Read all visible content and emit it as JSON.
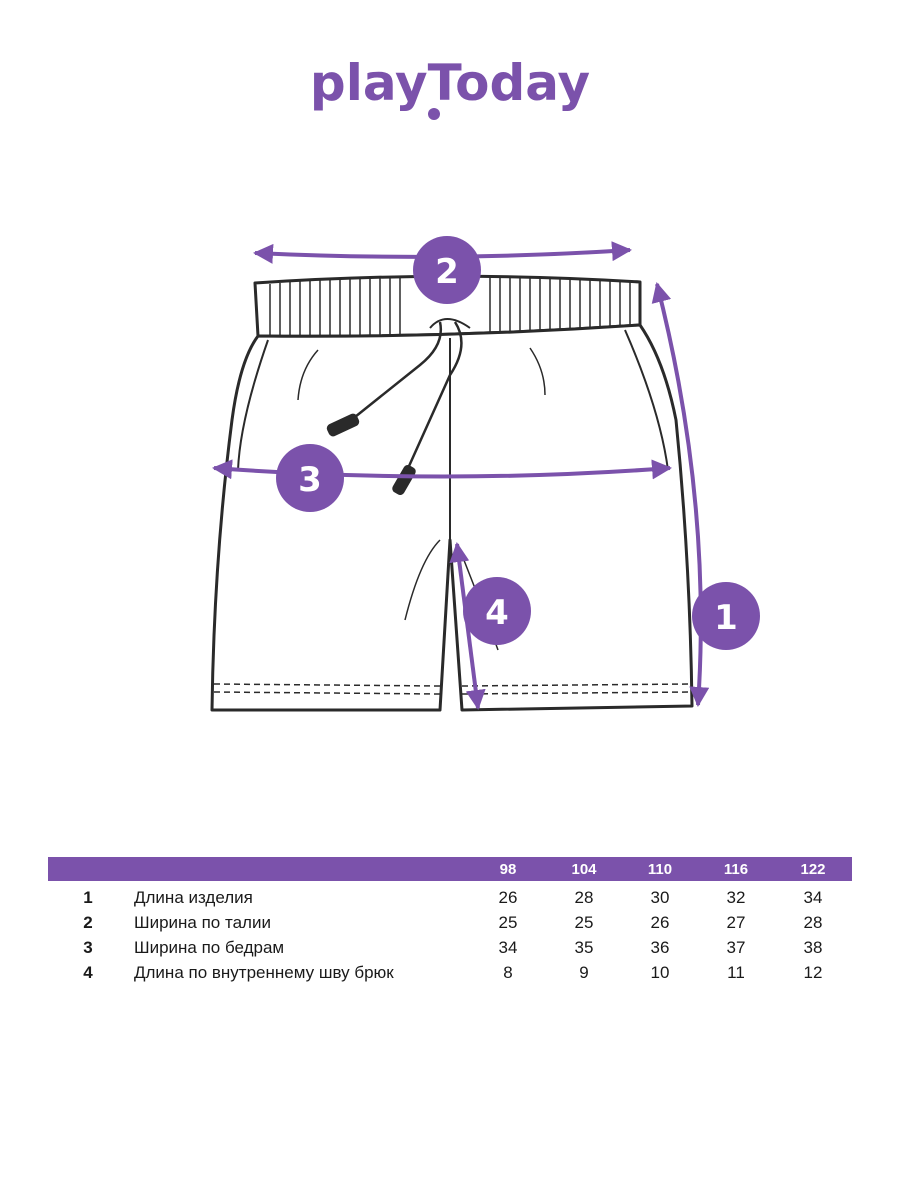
{
  "brand": {
    "logo_text": "playToday",
    "accent": "#7b52ab"
  },
  "diagram": {
    "markers": [
      "1",
      "2",
      "3",
      "4"
    ]
  },
  "table": {
    "sizes": [
      "98",
      "104",
      "110",
      "116",
      "122"
    ],
    "rows": [
      {
        "num": "1",
        "name": "Длина изделия",
        "values": [
          "26",
          "28",
          "30",
          "32",
          "34"
        ]
      },
      {
        "num": "2",
        "name": "Ширина по талии",
        "values": [
          "25",
          "25",
          "26",
          "27",
          "28"
        ]
      },
      {
        "num": "3",
        "name": "Ширина по бедрам",
        "values": [
          "34",
          "35",
          "36",
          "37",
          "38"
        ]
      },
      {
        "num": "4",
        "name": "Длина по внутреннему шву брюк",
        "values": [
          "8",
          "9",
          "10",
          "11",
          "12"
        ]
      }
    ]
  }
}
